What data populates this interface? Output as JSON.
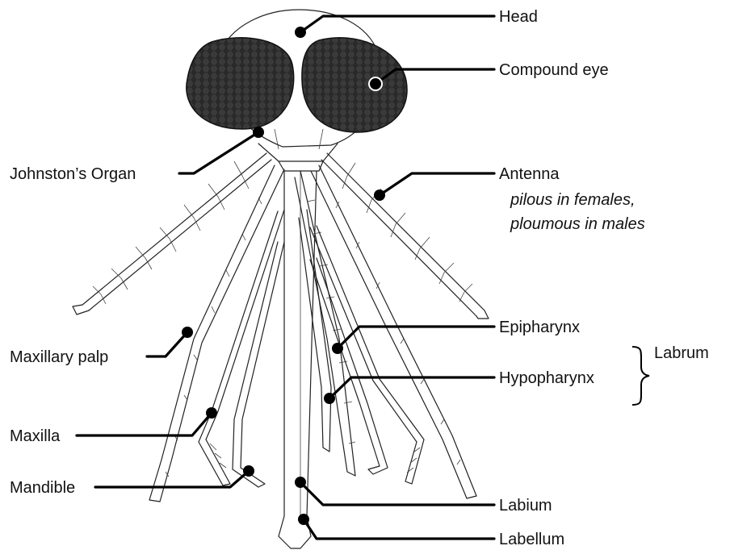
{
  "labels": {
    "head": "Head",
    "compound_eye": "Compound  eye",
    "johnstons_organ": "Johnston’s Organ",
    "antenna": "Antenna",
    "antenna_note_1": "pilous in females,",
    "antenna_note_2": "ploumous in males",
    "maxillary_palp": "Maxillary palp",
    "epipharynx": "Epipharynx",
    "labrum": "Labrum",
    "hypopharynx": "Hypopharynx",
    "maxilla": "Maxilla",
    "mandible": "Mandible",
    "labium": "Labium",
    "labellum": "Labellum"
  },
  "colors": {
    "eye": "#2a2a2a",
    "lines": "#000000"
  }
}
